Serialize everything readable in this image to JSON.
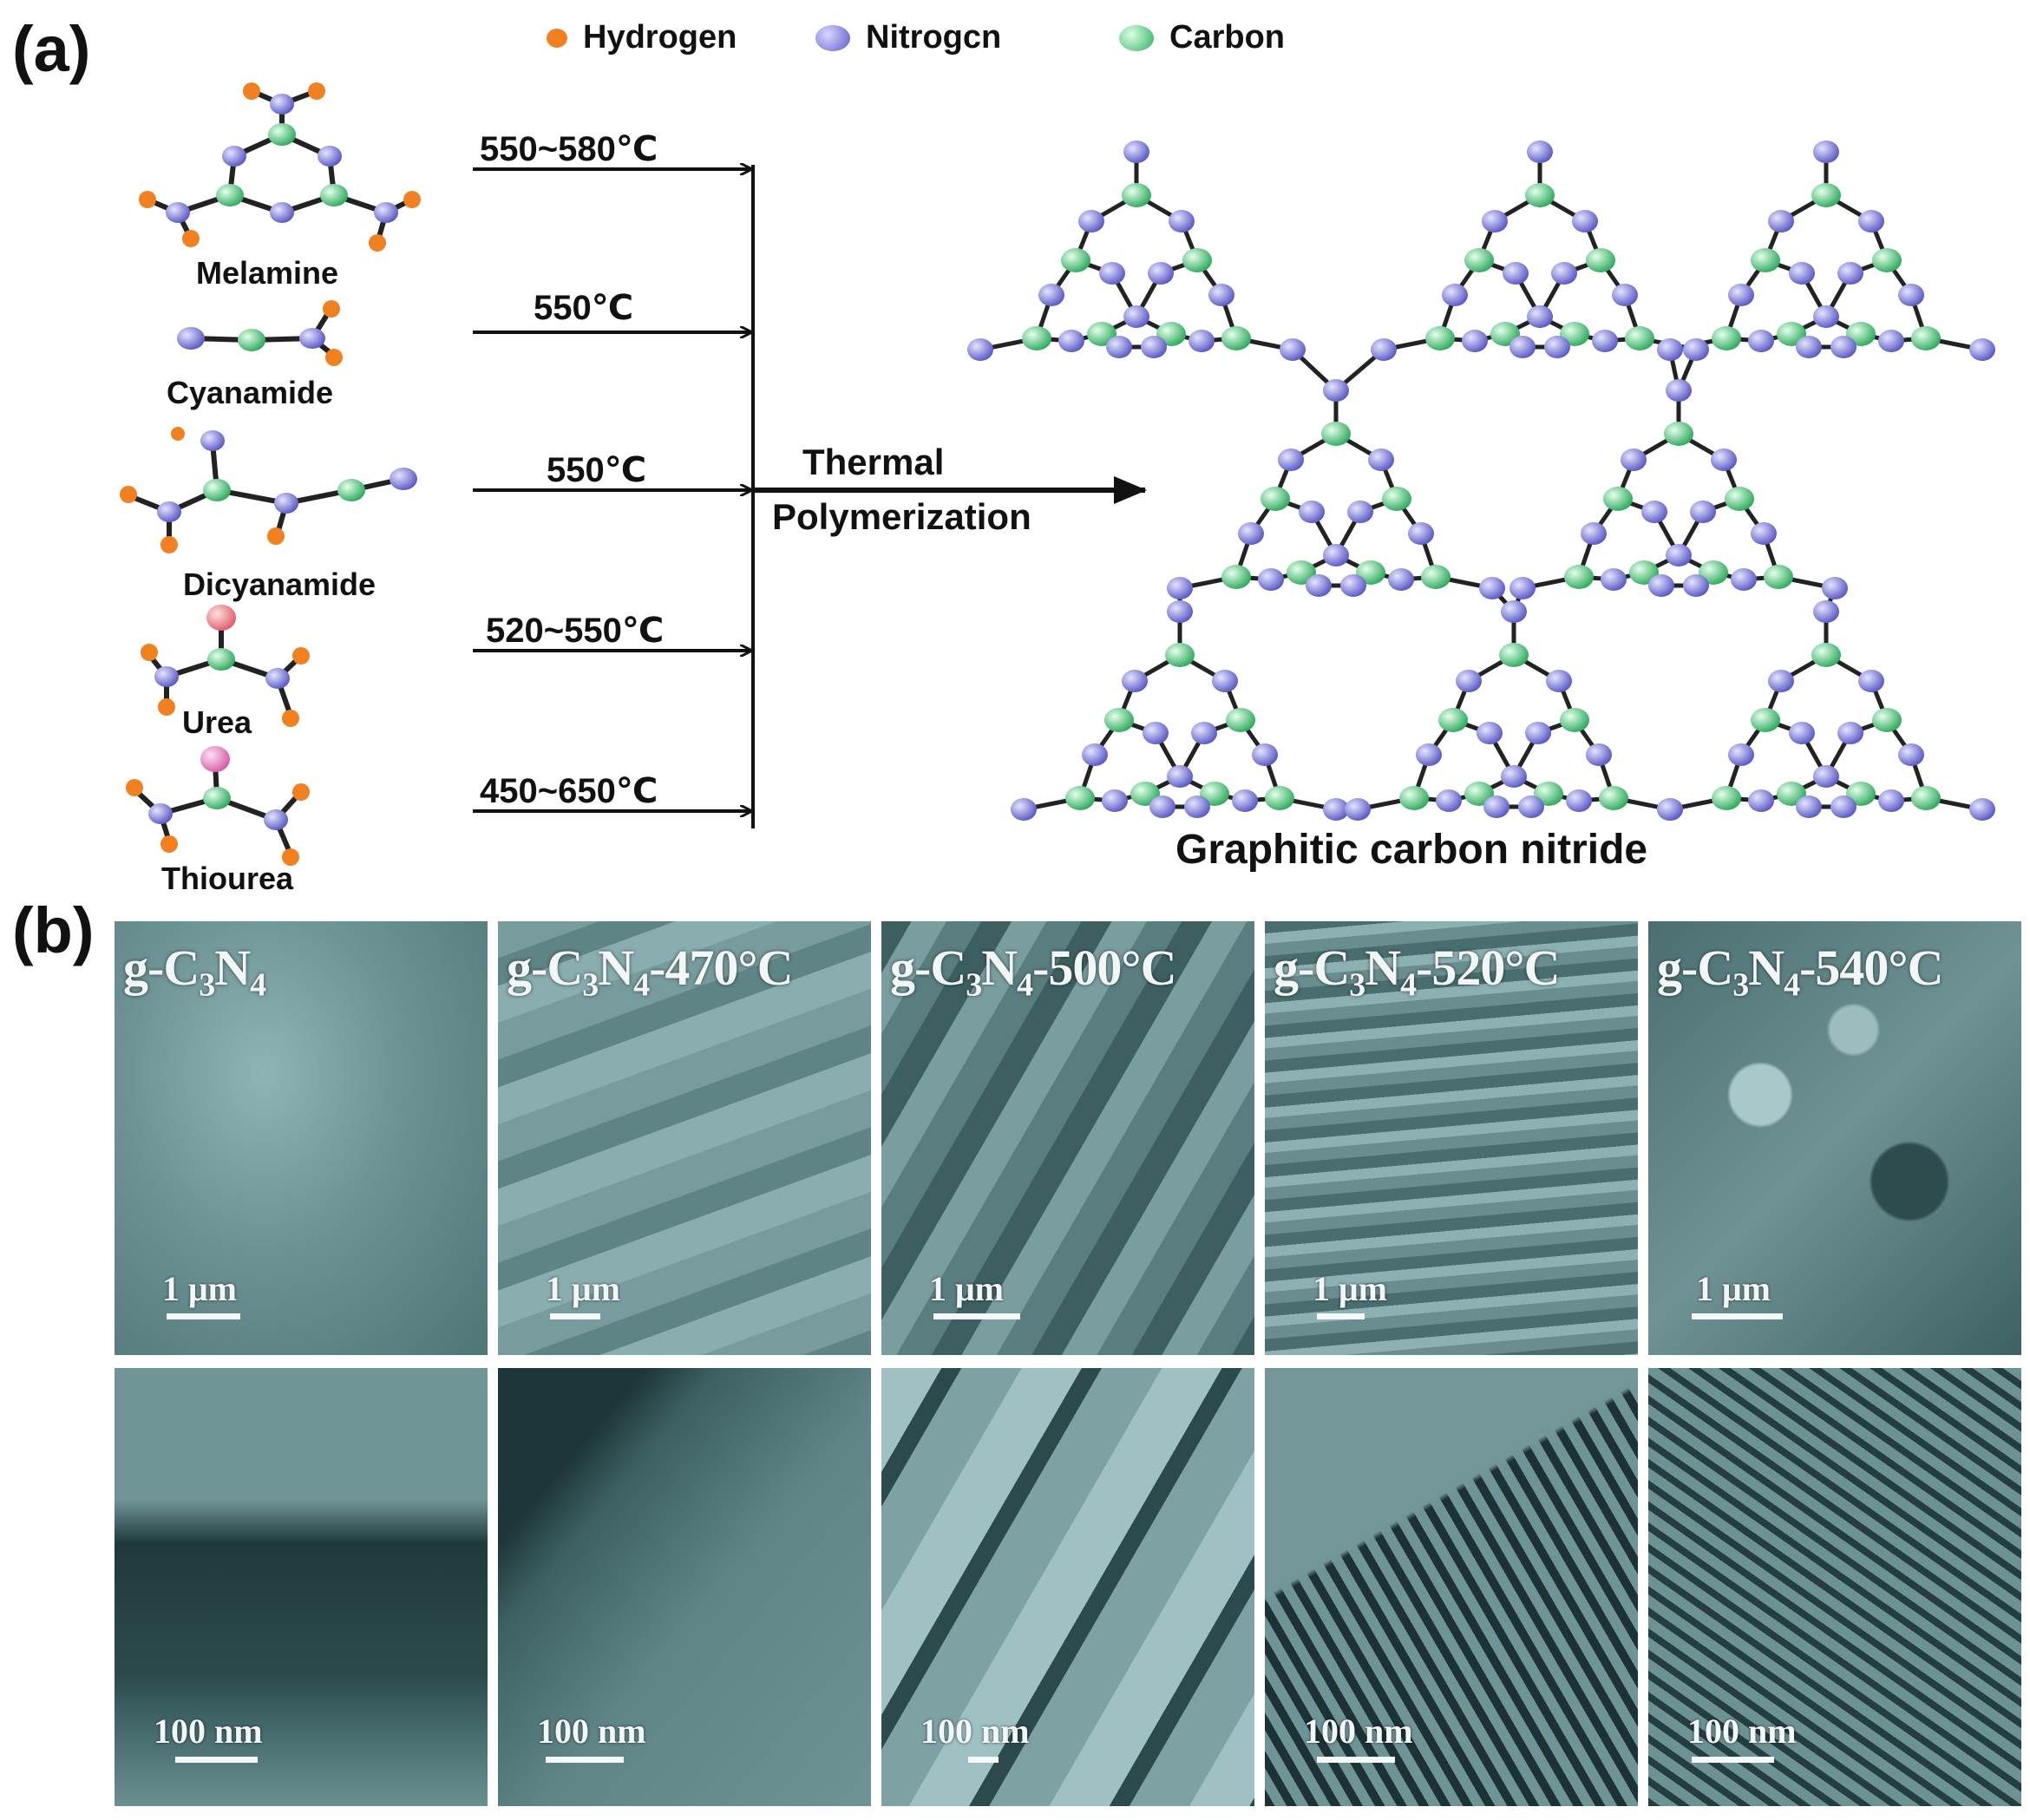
{
  "panel_a": {
    "letter": "(a)",
    "legend": [
      {
        "label": "Hydrogen",
        "color": "#f08020"
      },
      {
        "label": "Nitrogcn",
        "color": "#6a6ad0"
      },
      {
        "label": "Carbon",
        "color": "#3fc070"
      }
    ],
    "precursors": [
      "Melamine",
      "Cyanamide",
      "Dicyanamide",
      "Urea",
      "Thiourea"
    ],
    "temperatures": [
      "550~580℃",
      "550℃",
      "550℃",
      "520~550℃",
      "450~650℃"
    ],
    "process": [
      "Thermal",
      "Polymerization"
    ],
    "product": "Graphitic carbon nitride"
  },
  "panel_b": {
    "letter": "(b)",
    "sem_scale": "1 μm",
    "tem_scale": "100 nm",
    "samples": [
      {
        "prefix": "g-C",
        "sub1": "3",
        "mid": "N",
        "sub2": "4",
        "suffix": ""
      },
      {
        "prefix": "g-C",
        "sub1": "3",
        "mid": "N",
        "sub2": "4",
        "suffix": "-470°C"
      },
      {
        "prefix": "g-C",
        "sub1": "3",
        "mid": "N",
        "sub2": "4",
        "suffix": "-500°C"
      },
      {
        "prefix": "g-C",
        "sub1": "3",
        "mid": "N",
        "sub2": "4",
        "suffix": "-520°C"
      },
      {
        "prefix": "g-C",
        "sub1": "3",
        "mid": "N",
        "sub2": "4",
        "suffix": "-540°C"
      }
    ]
  }
}
